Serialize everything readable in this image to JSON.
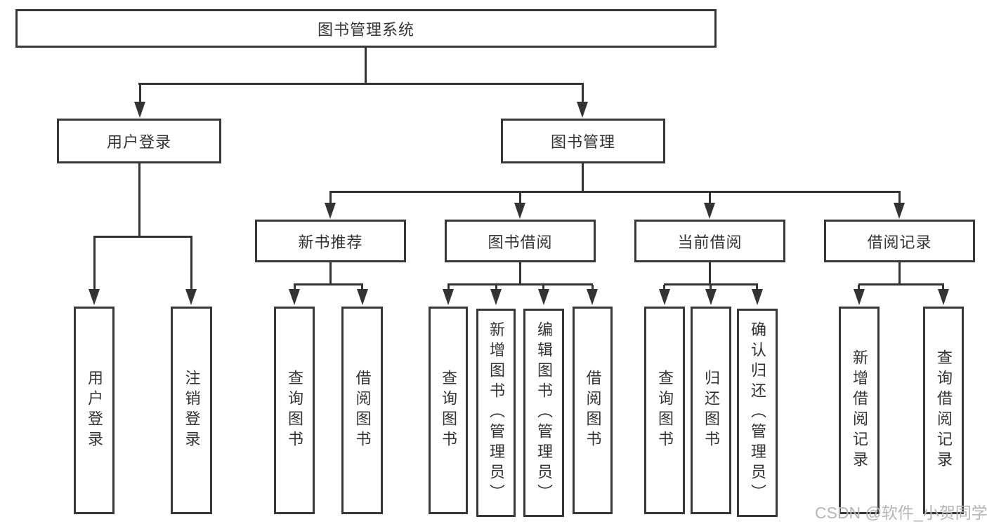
{
  "watermark": "CSDN @软件_小贺同学",
  "colors": {
    "line": "#333333",
    "box_border": "#383838",
    "text": "#333333",
    "watermark_text": "#b5b5b5",
    "background": "#ffffff"
  },
  "tree": {
    "root": {
      "label": "图书管理系统"
    },
    "branches": [
      {
        "label": "用户登录",
        "children": [
          {
            "label": "用户登录"
          },
          {
            "label": "注销登录"
          }
        ]
      },
      {
        "label": "图书管理",
        "children": [
          {
            "label": "新书推荐",
            "children": [
              {
                "label": "查询图书"
              },
              {
                "label": "借阅图书"
              }
            ]
          },
          {
            "label": "图书借阅",
            "children": [
              {
                "label": "查询图书"
              },
              {
                "label": "新增图书（管理员）"
              },
              {
                "label": "编辑图书（管理员）"
              },
              {
                "label": "借阅图书"
              }
            ]
          },
          {
            "label": "当前借阅",
            "children": [
              {
                "label": "查询图书"
              },
              {
                "label": "归还图书"
              },
              {
                "label": "确认归还（管理员）"
              }
            ]
          },
          {
            "label": "借阅记录",
            "children": [
              {
                "label": "新增借阅记录"
              },
              {
                "label": "查询借阅记录"
              }
            ]
          }
        ]
      }
    ]
  }
}
